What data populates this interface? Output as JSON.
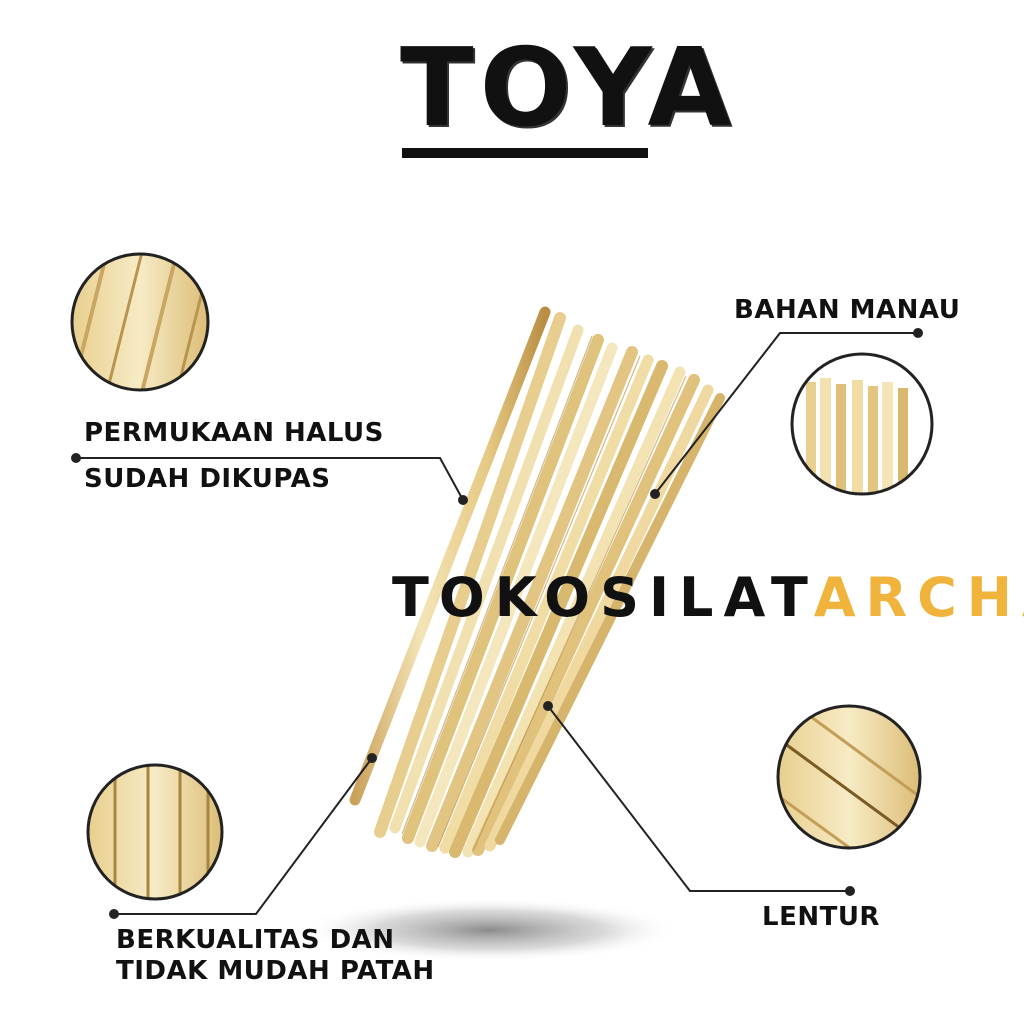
{
  "title": "TOYA",
  "labels": {
    "top_left_line1": "PERMUKAAN HALUS",
    "top_left_line2": "SUDAH DIKUPAS",
    "top_right": "BAHAN MANAU",
    "bottom_left_line1": "BERKUALITAS DAN",
    "bottom_left_line2": "TIDAK MUDAH PATAH",
    "bottom_right": "LENTUR"
  },
  "brand": {
    "part1": "TOKOSILAT",
    "part2": "ARCHA"
  },
  "colors": {
    "text": "#111111",
    "accent": "#f0b43c",
    "rattan_light": "#f3e2b0",
    "rattan_mid": "#e2c47e",
    "rattan_dark": "#b68a3f"
  }
}
